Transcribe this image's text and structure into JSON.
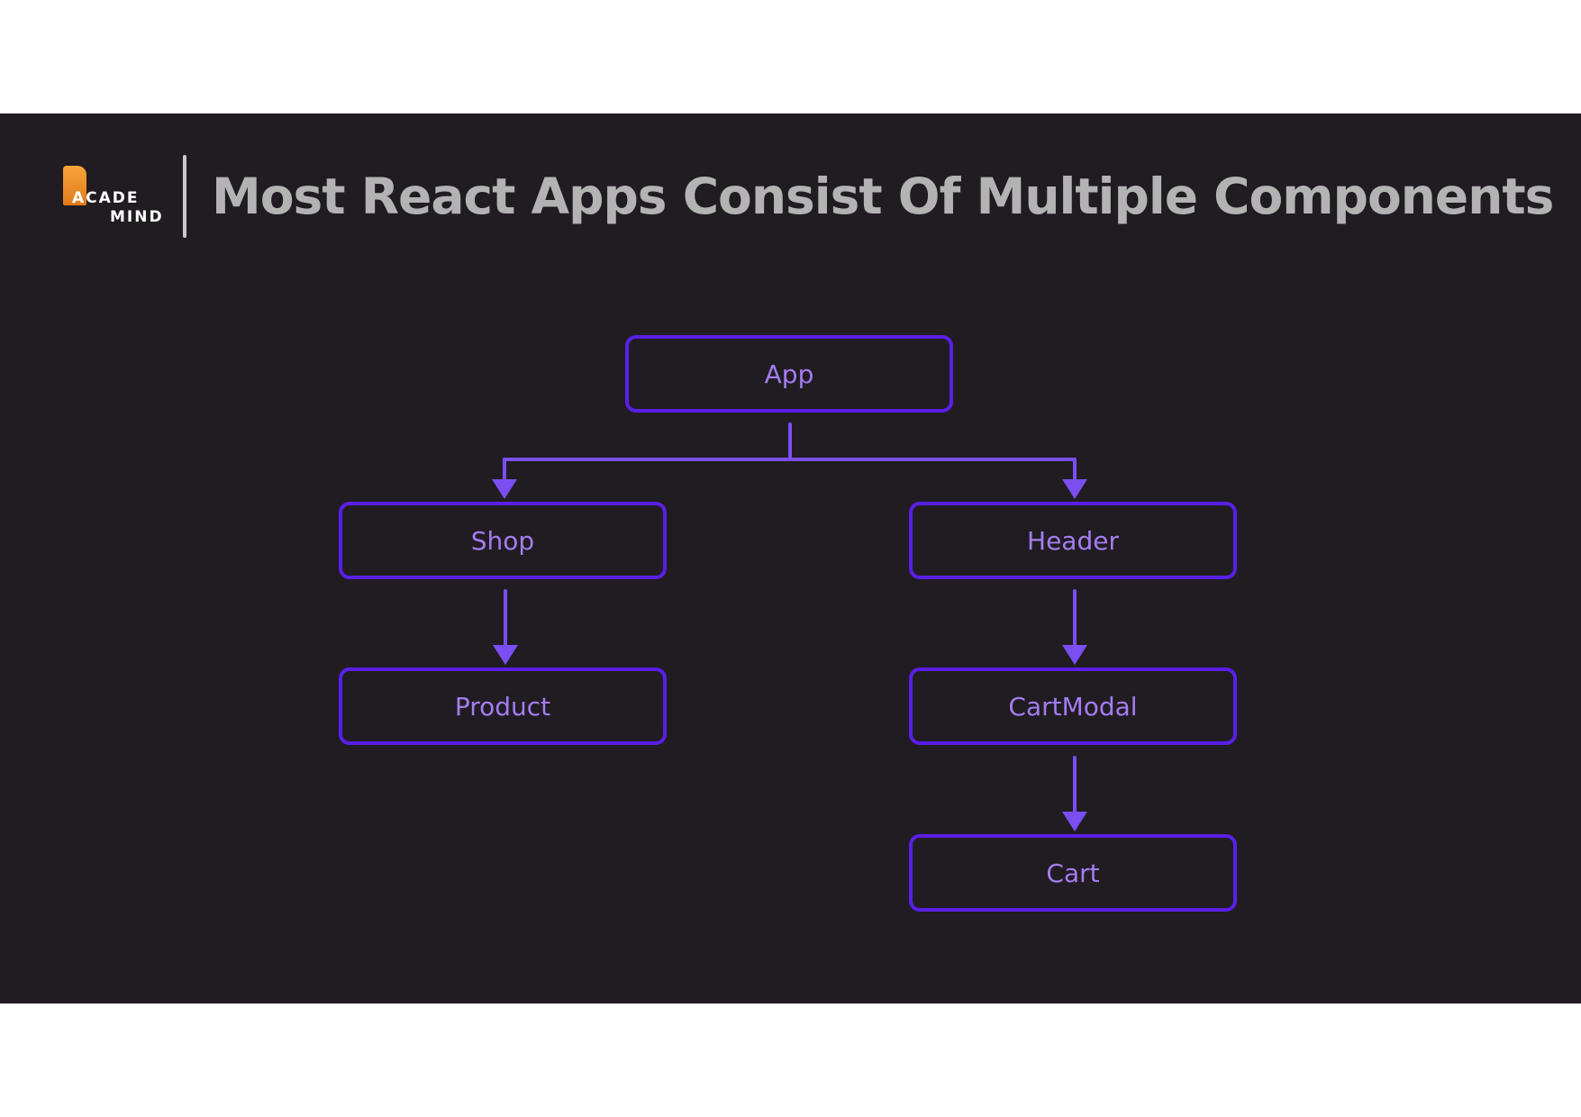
{
  "header": {
    "logo_line1": "ACADE",
    "logo_line2": "MIND",
    "title": "Most React Apps Consist Of Multiple Components"
  },
  "diagram": {
    "nodes": [
      {
        "id": "app",
        "label": "App"
      },
      {
        "id": "shop",
        "label": "Shop"
      },
      {
        "id": "header",
        "label": "Header"
      },
      {
        "id": "product",
        "label": "Product"
      },
      {
        "id": "cartmodal",
        "label": "CartModal"
      },
      {
        "id": "cart",
        "label": "Cart"
      }
    ],
    "edges": [
      {
        "from": "app",
        "to": "shop"
      },
      {
        "from": "app",
        "to": "header"
      },
      {
        "from": "shop",
        "to": "product"
      },
      {
        "from": "header",
        "to": "cartmodal"
      },
      {
        "from": "cartmodal",
        "to": "cart"
      }
    ]
  },
  "colors": {
    "background": "#201c22",
    "node_border": "#5a1fe6",
    "node_text": "#a57cf0",
    "connector": "#7a4ef0",
    "title_text": "#b3b3b3",
    "logo_accent": "#f29a2e"
  }
}
